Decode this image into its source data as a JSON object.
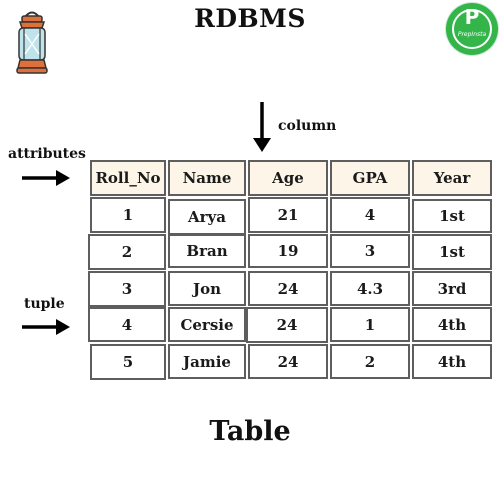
{
  "title": "RDBMS",
  "logo": {
    "letter": "P",
    "text": "PrepInsta"
  },
  "labels": {
    "column": "column",
    "attributes": "attributes",
    "tuple": "tuple"
  },
  "table": {
    "headers": [
      "Roll_No",
      "Name",
      "Age",
      "GPA",
      "Year"
    ],
    "rows": [
      [
        "1",
        "Arya",
        "21",
        "4",
        "1st"
      ],
      [
        "2",
        "Bran",
        "19",
        "3",
        "1st"
      ],
      [
        "3",
        "Jon",
        "24",
        "4.3",
        "3rd"
      ],
      [
        "4",
        "Cersie",
        "24",
        "1",
        "4th"
      ],
      [
        "5",
        "Jamie",
        "24",
        "2",
        "4th"
      ]
    ]
  },
  "caption": "Table",
  "colors": {
    "header_fill": "#fdf5e8",
    "border": "#5e5e5e",
    "logo_green": "#33b54a",
    "lantern_orange": "#e0703a",
    "lantern_glass": "#bfe3ea"
  }
}
